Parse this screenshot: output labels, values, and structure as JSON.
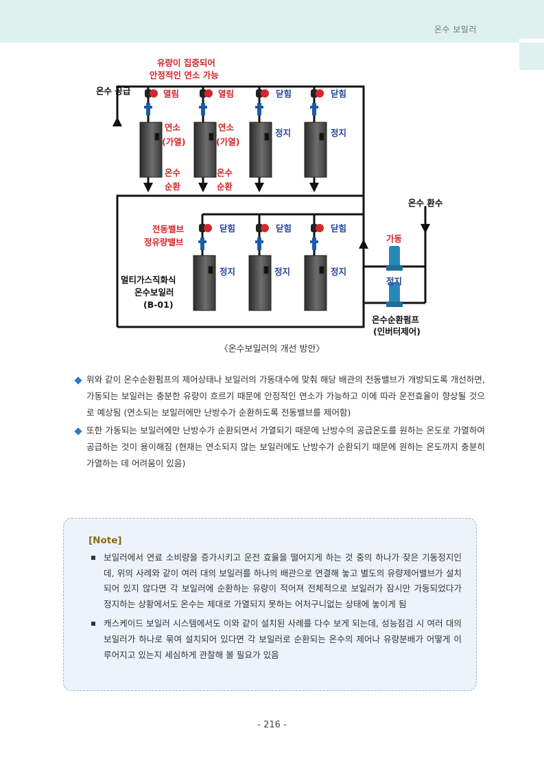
{
  "header": {
    "section_title": "온수 보일러"
  },
  "diagram": {
    "top_note": [
      "유량이 집중되어",
      "안정적인 연소 가능"
    ],
    "supply_label": "온수 공급",
    "return_label": "온수 환수",
    "top_row": [
      {
        "valve": "열림",
        "state": [
          "연소",
          "(가열)"
        ],
        "flow": [
          "온수",
          "순환"
        ]
      },
      {
        "valve": "열림",
        "state": [
          "연소",
          "(가열)"
        ],
        "flow": [
          "온수",
          "순환"
        ]
      },
      {
        "valve": "닫힘",
        "state": [
          "정지"
        ]
      },
      {
        "valve": "닫힘",
        "state": [
          "정지"
        ]
      }
    ],
    "bottom_row": [
      {
        "valve": "닫힘",
        "state": "정지"
      },
      {
        "valve": "닫힘",
        "state": "정지"
      },
      {
        "valve": "닫힘",
        "state": "정지"
      }
    ],
    "motor_valve_label": "전동밸브",
    "flow_valve_label": "정유량밸브",
    "boiler_label": [
      "멀티가스직화식",
      "온수보일러",
      "(B-01)"
    ],
    "pump_running": "가동",
    "pump_stopped": "정지",
    "pump_label": [
      "온수순환펌프",
      "(인버터제어)"
    ],
    "colors": {
      "red": "#d6262a",
      "blue": "#24459a",
      "pipe": "#111111",
      "pump": "#2a87b8"
    }
  },
  "caption": "〈온수보일러의 개선 방안〉",
  "bullets": [
    "위와 같이 온수순환펌프의 제어상태나 보일러의 가동대수에 맞춰 해당 배관의 전동밸브가 개방되도록 개선하면, 가동되는 보일러는 충분한 유량이 흐르기 때문에 안정적인 연소가 가능하고 이에 따라 운전효율이 향상될 것으로 예상됨 (연소되는 보일러에만 난방수가 순환하도록 전동밸브를 제어함)",
    "또한 가동되는 보일러에만 난방수가 순환되면서 가열되기 때문에 난방수의 공급온도를 원하는 온도로 가열하여 공급하는 것이 용이해짐 (현재는 연소되지 않는 보일러에도 난방수가 순환되기 때문에 원하는 온도까지 충분히 가열하는 데 어려움이 있음)"
  ],
  "note": {
    "title": "[Note]",
    "items": [
      "보일러에서 연료 소비량을 증가시키고 운전 효율을 떨어지게 하는 것 중의 하나가 잦은 기동정지인데, 위의 사례와 같이 여러 대의 보일러를 하나의 배관으로 연결해 놓고 별도의 유량제어밸브가 설치되어 있지 않다면 각 보일러에 순환하는 유량이 적어져 전체적으로 보일러가 잠시만 가동되었다가 정지하는 상황에서도 온수는 제대로 가열되지 못하는 어처구니없는 상태에 놓이게 됨",
      "캐스케이드 보일러 시스템에서도 이와 같이 설치된 사례를 다수 보게 되는데, 성능점검 시 여러 대의 보일러가 하나로 묶여 설치되어 있다면 각 보일러로 순환되는 온수의 제어나 유량분배가 어떻게 이루어지고 있는지 세심하게 관찰해 볼 필요가 있음"
    ]
  },
  "page_number": "- 216 -"
}
